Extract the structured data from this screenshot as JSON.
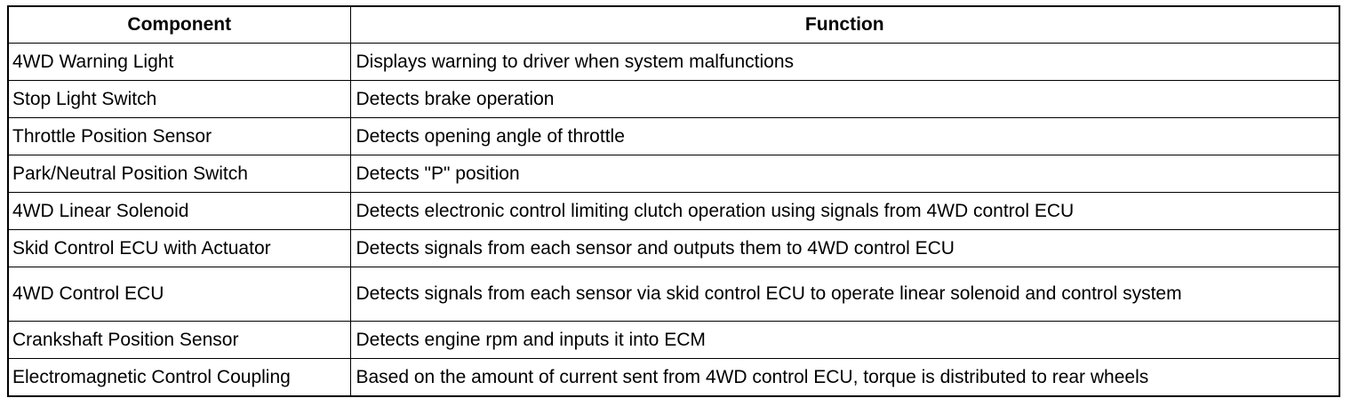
{
  "table": {
    "headers": [
      "Component",
      "Function"
    ],
    "rows": [
      [
        "4WD Warning Light",
        "Displays warning to driver when system malfunctions"
      ],
      [
        "Stop Light Switch",
        "Detects brake operation"
      ],
      [
        "Throttle Position Sensor",
        "Detects opening angle of throttle"
      ],
      [
        "Park/Neutral Position Switch",
        "Detects \"P\" position"
      ],
      [
        "4WD Linear Solenoid",
        "Detects electronic control limiting clutch operation using signals from 4WD control ECU"
      ],
      [
        "Skid Control ECU with Actuator",
        "Detects signals from each sensor and outputs them to 4WD control ECU"
      ],
      [
        "4WD Control ECU",
        "Detects signals from each sensor via skid control ECU to operate linear solenoid and control system"
      ],
      [
        "Crankshaft Position Sensor",
        "Detects engine rpm and inputs it into ECM"
      ],
      [
        "Electromagnetic Control Coupling",
        "Based on the amount of current sent from 4WD control ECU, torque is distributed to rear wheels"
      ]
    ]
  }
}
